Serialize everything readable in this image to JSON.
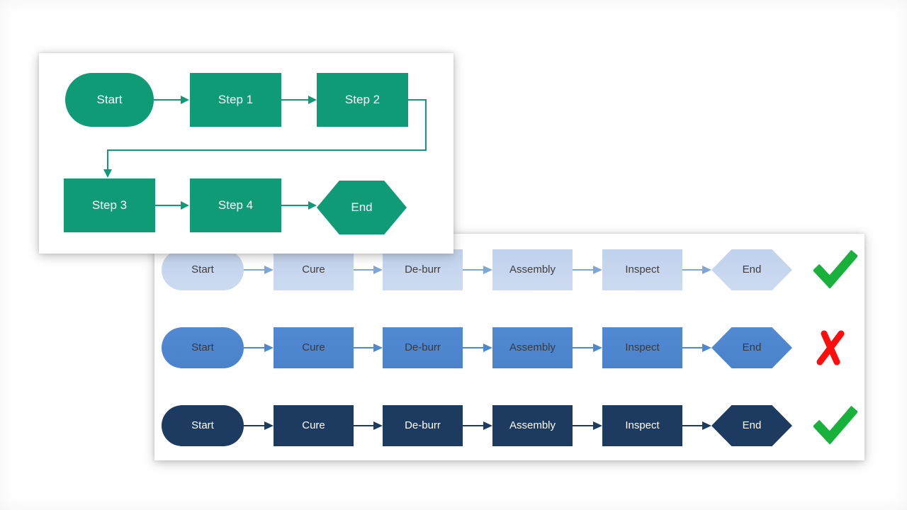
{
  "colors": {
    "green": "#0f9b76",
    "light_fill": "#c6d7ee",
    "light_arrow": "#7ea6d8",
    "medium_fill": "#4e88d1",
    "medium_arrow": "#4e88d1",
    "dark_fill": "#1d3a60",
    "dark_arrow": "#1d3a60",
    "check_green": "#17b13c",
    "cross_red": "#fe0d0d",
    "label_dark": "#3f3f3f",
    "label_light": "#ffffff"
  },
  "top_flowchart": {
    "nodes": [
      {
        "label": "Start",
        "shape": "stadium"
      },
      {
        "label": "Step 1",
        "shape": "rect"
      },
      {
        "label": "Step 2",
        "shape": "rect"
      },
      {
        "label": "Step 3",
        "shape": "rect"
      },
      {
        "label": "Step 4",
        "shape": "rect"
      },
      {
        "label": "End",
        "shape": "hexagon"
      }
    ]
  },
  "comparison_rows": [
    {
      "variant": "light",
      "result": "check",
      "nodes": [
        {
          "label": "Start",
          "shape": "stadium"
        },
        {
          "label": "Cure",
          "shape": "rect"
        },
        {
          "label": "De-burr",
          "shape": "rect"
        },
        {
          "label": "Assembly",
          "shape": "rect"
        },
        {
          "label": "Inspect",
          "shape": "rect"
        },
        {
          "label": "End",
          "shape": "hexagon"
        }
      ]
    },
    {
      "variant": "medium",
      "result": "cross",
      "nodes": [
        {
          "label": "Start",
          "shape": "stadium"
        },
        {
          "label": "Cure",
          "shape": "rect"
        },
        {
          "label": "De-burr",
          "shape": "rect"
        },
        {
          "label": "Assembly",
          "shape": "rect"
        },
        {
          "label": "Inspect",
          "shape": "rect"
        },
        {
          "label": "End",
          "shape": "hexagon"
        }
      ]
    },
    {
      "variant": "dark",
      "result": "check",
      "nodes": [
        {
          "label": "Start",
          "shape": "stadium"
        },
        {
          "label": "Cure",
          "shape": "rect"
        },
        {
          "label": "De-burr",
          "shape": "rect"
        },
        {
          "label": "Assembly",
          "shape": "rect"
        },
        {
          "label": "Inspect",
          "shape": "rect"
        },
        {
          "label": "End",
          "shape": "hexagon"
        }
      ]
    }
  ]
}
